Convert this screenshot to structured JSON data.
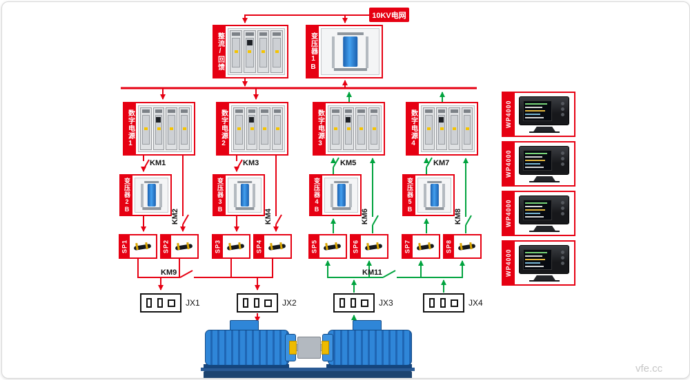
{
  "colors": {
    "red": "#e60012",
    "green": "#00a33e"
  },
  "grid": {
    "label": "10KV电网"
  },
  "source": {
    "rectifier_label": "整流/回馈",
    "transformer_label": "变压器1B"
  },
  "power_cabinets": [
    "数字电源1",
    "数字电源2",
    "数字电源3",
    "数字电源4"
  ],
  "transformers": [
    "变压器2B",
    "变压器3B",
    "变压器4B",
    "变压器5B"
  ],
  "sensors": [
    "SP1",
    "SP2",
    "SP3",
    "SP4",
    "SP5",
    "SP6",
    "SP7",
    "SP8"
  ],
  "contactors": [
    "KM1",
    "KM2",
    "KM3",
    "KM4",
    "KM5",
    "KM6",
    "KM7",
    "KM8",
    "KM9",
    "KM11"
  ],
  "junction_boxes": [
    "JX1",
    "JX2",
    "JX3",
    "JX4"
  ],
  "analyzers": [
    "WP4000",
    "WP4000",
    "WP4000",
    "WP4000"
  ],
  "watermark": "vfe.cc"
}
